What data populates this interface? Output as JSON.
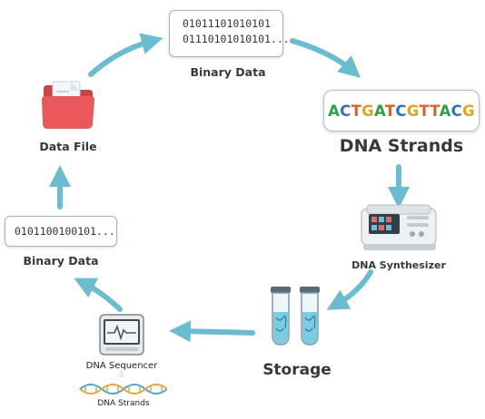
{
  "top_box": {
    "line1": "01011101010101",
    "line2": "01110101010101..."
  },
  "top_box_label": "Binary Data",
  "dna_sequence": "ACTGATCGTTACG",
  "dna_colors": {
    "A": "#2e9e4a",
    "C": "#2e6fc2",
    "T": "#d8632a",
    "G": "#e0a418"
  },
  "dna_strands_label": "DNA Strands",
  "synthesizer_label": "DNA Synthesizer",
  "storage_label": "Storage",
  "sequencer_label": "DNA Sequencer",
  "sequencer_strands_label": "DNA Strands",
  "left_box": {
    "line1": "0101100100101..."
  },
  "left_box_label": "Binary Data",
  "data_file_label": "Data File",
  "colors": {
    "arrow": "#6cbcd0",
    "folder": "#e9595b",
    "text": "#333a3f"
  }
}
